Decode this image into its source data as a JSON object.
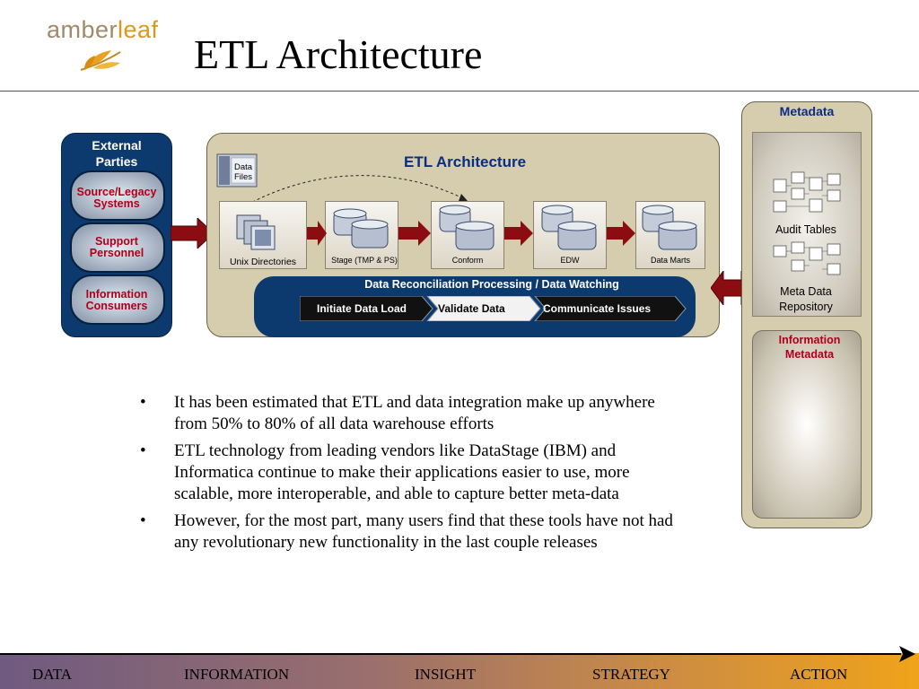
{
  "header": {
    "logo_text_a": "amber",
    "logo_text_b": "leaf",
    "title": "ETL Architecture"
  },
  "external": {
    "title_line1": "External",
    "title_line2": "Parties",
    "items": [
      {
        "line1": "Source/Legacy",
        "line2": "Systems"
      },
      {
        "line1": "Support",
        "line2": "Personnel"
      },
      {
        "line1": "Information",
        "line2": "Consumers"
      }
    ]
  },
  "etl": {
    "title": "ETL Architecture",
    "data_files_line1": "Data",
    "data_files_line2": "Files",
    "stages": [
      "Unix Directories",
      "Stage (TMP & PS)",
      "Conform",
      "EDW",
      "Data Marts"
    ],
    "reconciliation": {
      "title": "Data Reconciliation Processing / Data Watching",
      "steps": [
        "Initiate Data Load",
        "Validate Data",
        "Communicate Issues"
      ]
    }
  },
  "metadata": {
    "title": "Metadata",
    "audit_tables": "Audit Tables",
    "repository_line1": "Meta Data",
    "repository_line2": "Repository",
    "info_meta_line1": "Information",
    "info_meta_line2": "Metadata"
  },
  "bullets": [
    "It has been estimated that ETL and data integration make up anywhere from 50% to 80% of all data warehouse efforts",
    "ETL technology from leading vendors like DataStage (IBM) and Informatica continue to make their applications easier to use, more scalable, more interoperable, and able to capture better meta-data",
    "However, for the most part, many users find that these tools have not had any revolutionary new functionality in the last couple releases"
  ],
  "footer": [
    "DATA",
    "INFORMATION",
    "INSIGHT",
    "STRATEGY",
    "ACTION"
  ],
  "colors": {
    "navy": "#0d3a6e",
    "tan": "#d6ccae",
    "arrow_red": "#8b0d12",
    "label_red": "#b0001a",
    "title_blue": "#0b2d82"
  }
}
